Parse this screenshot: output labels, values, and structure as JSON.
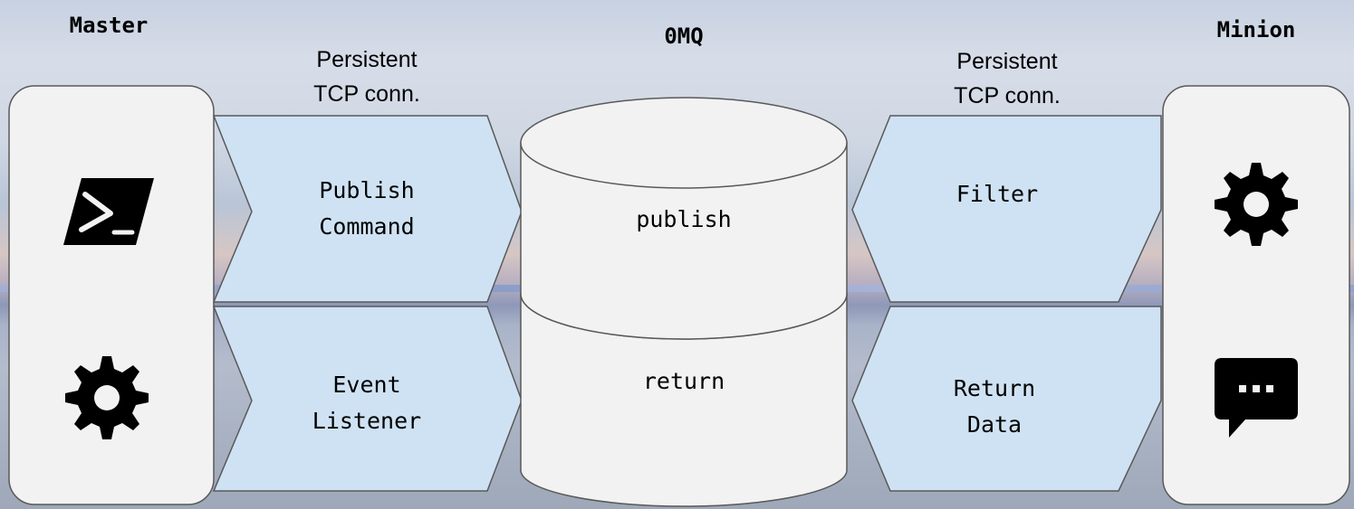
{
  "labels": {
    "master": "Master",
    "zeromq": "0MQ",
    "minion": "Minion"
  },
  "connections": {
    "left": [
      "Persistent",
      "TCP conn."
    ],
    "right": [
      "Persistent",
      "TCP conn."
    ]
  },
  "arrows": {
    "publish_command": [
      "Publish",
      "Command"
    ],
    "event_listener": [
      "Event",
      "Listener"
    ],
    "filter": [
      "Filter"
    ],
    "return_data": [
      "Return",
      "Data"
    ]
  },
  "queue": {
    "top": "publish",
    "bottom": "return"
  },
  "icons": {
    "master_top": "terminal-icon",
    "master_bottom": "gear-icon",
    "minion_top": "gear-icon",
    "minion_bottom": "chat-bubble-icon"
  },
  "colors": {
    "arrow_fill": "#cfe2f3",
    "panel_fill": "#f2f2f2",
    "cylinder_fill": "#f2f2f2",
    "stroke": "#595959"
  }
}
